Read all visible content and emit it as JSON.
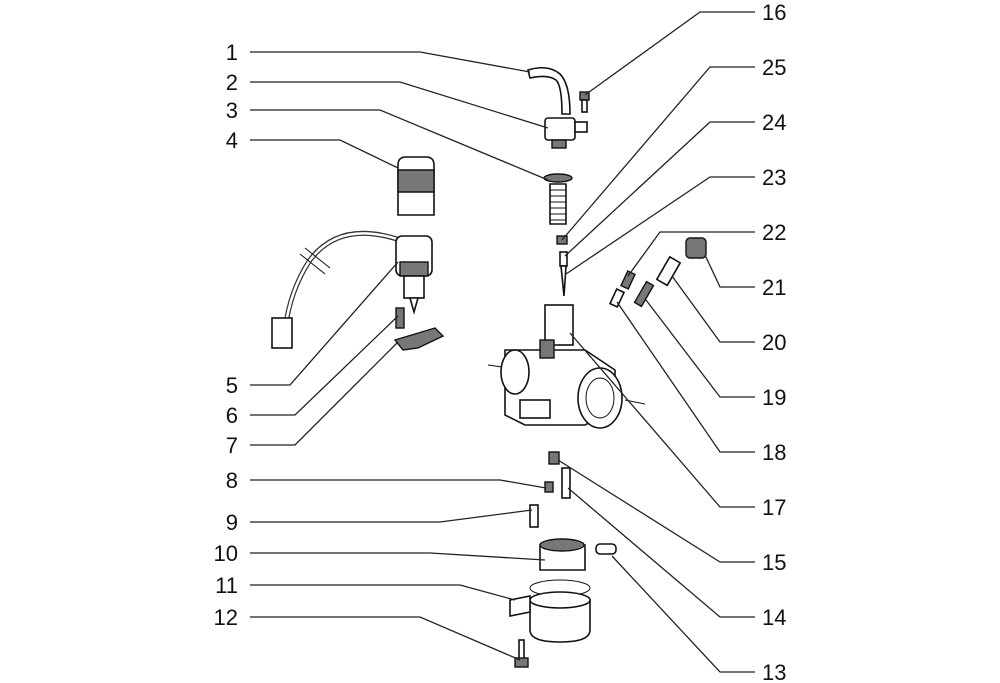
{
  "diagram": {
    "left_labels": [
      "1",
      "2",
      "3",
      "4",
      "5",
      "6",
      "7",
      "8",
      "9",
      "10",
      "11",
      "12"
    ],
    "right_labels": [
      "16",
      "25",
      "24",
      "23",
      "22",
      "21",
      "20",
      "19",
      "18",
      "17",
      "15",
      "14",
      "13"
    ]
  }
}
